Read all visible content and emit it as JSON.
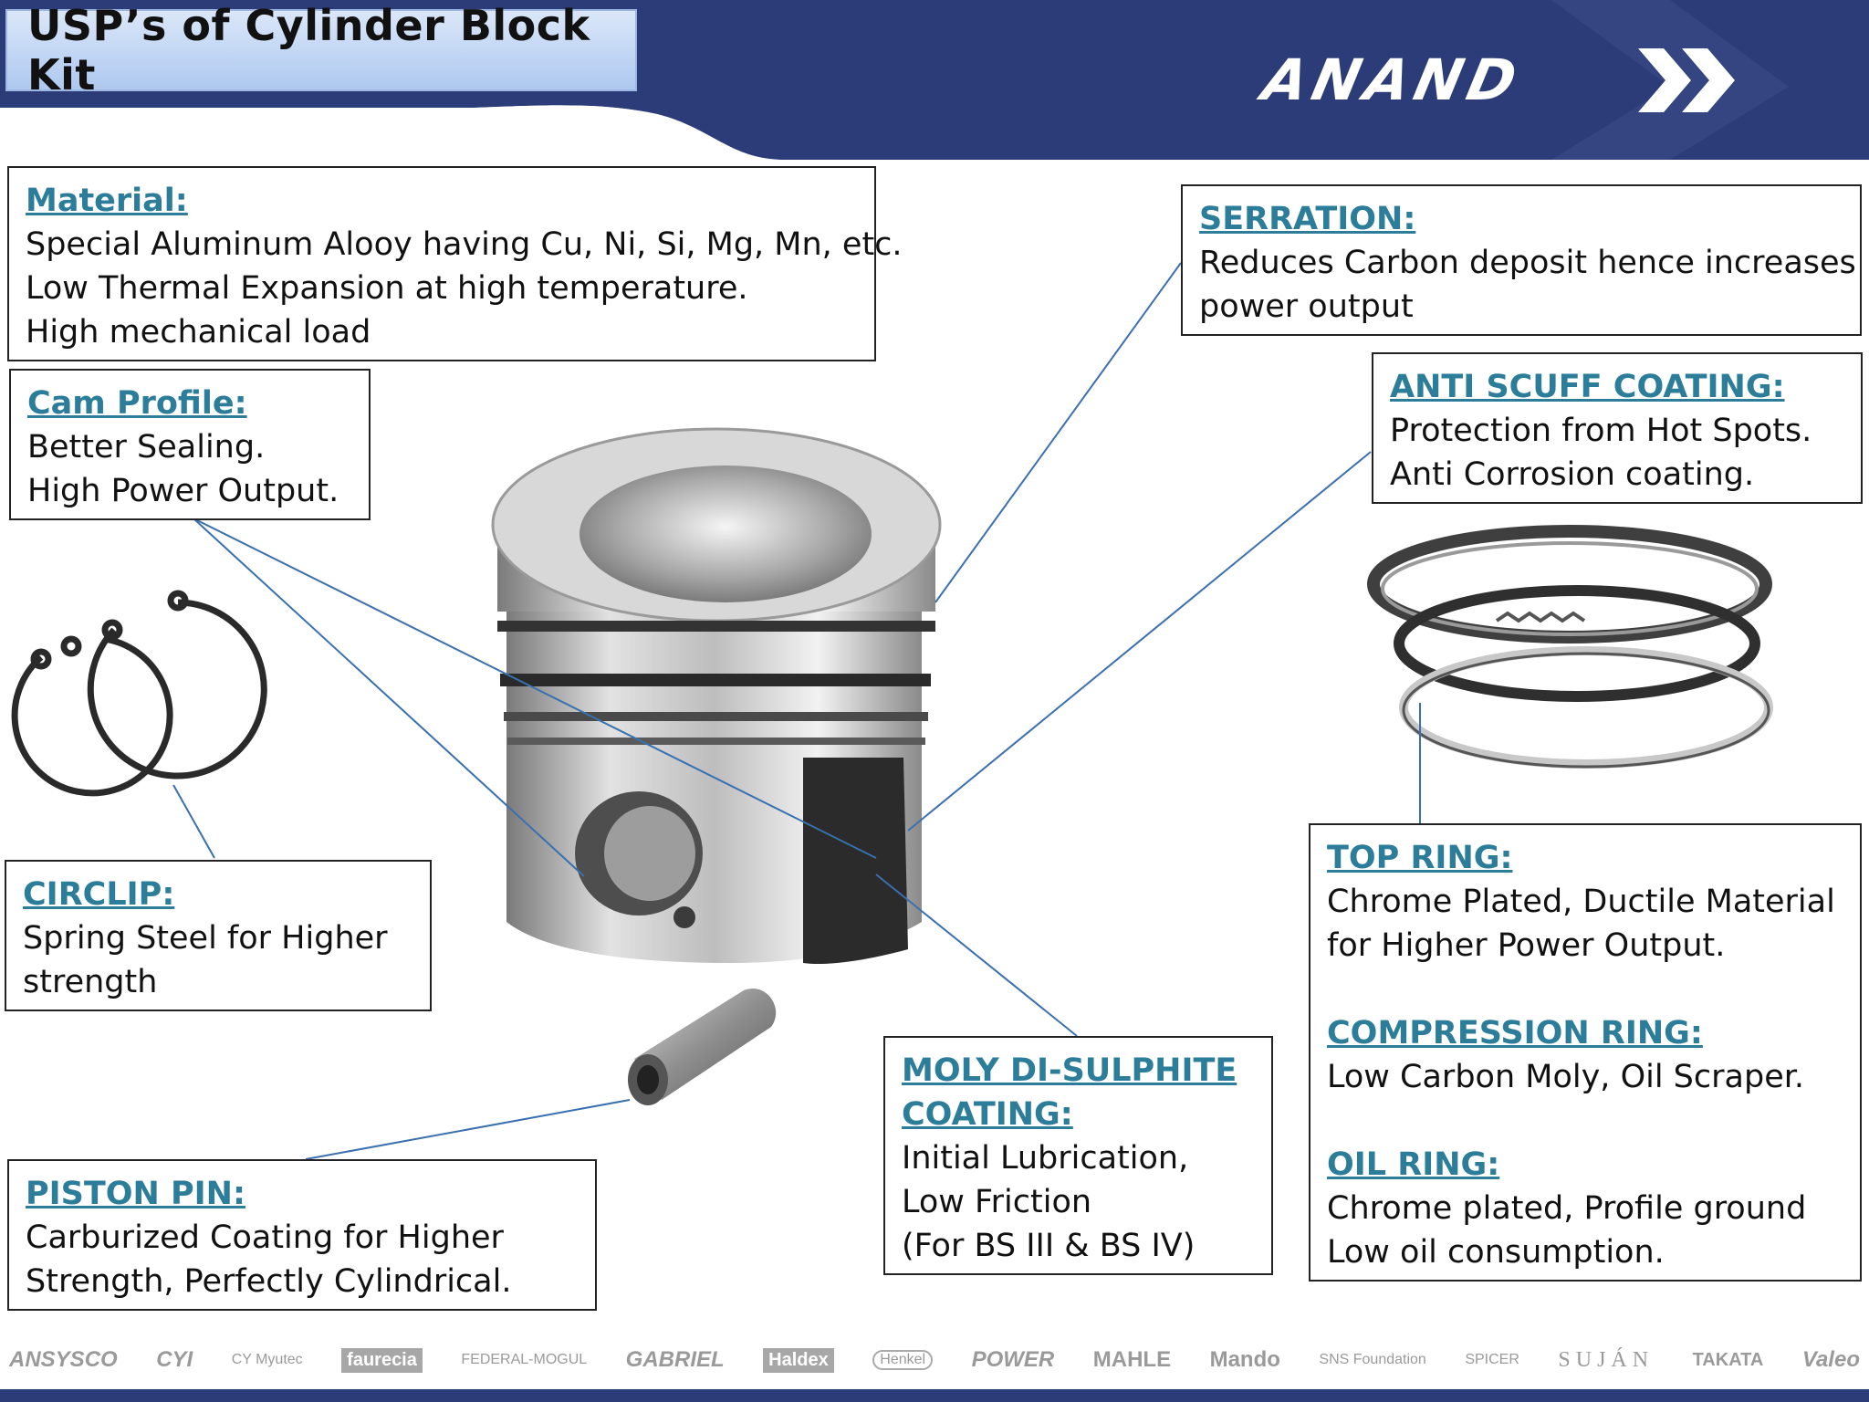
{
  "header": {
    "title": "USP’s of Cylinder Block Kit",
    "logo_text": "ANAND"
  },
  "colors": {
    "header_navy": "#2c3c78",
    "heading_teal": "#2b7d99",
    "leader_line": "#3a6fb0"
  },
  "callouts": {
    "material": {
      "heading": "Material:",
      "lines": [
        "Special Aluminum Alooy having Cu, Ni, Si, Mg, Mn, etc.",
        "Low Thermal Expansion at high temperature.",
        "High mechanical load"
      ]
    },
    "cam_profile": {
      "heading": "Cam Profile:",
      "lines": [
        "Better Sealing.",
        "High Power Output."
      ]
    },
    "serration": {
      "heading": "SERRATION:",
      "lines": [
        "Reduces Carbon deposit hence increases",
        "power output"
      ]
    },
    "anti_scuff": {
      "heading": "ANTI SCUFF COATING:",
      "lines": [
        "Protection from Hot Spots.",
        "Anti Corrosion coating."
      ]
    },
    "circlip": {
      "heading": "CIRCLIP:",
      "lines": [
        "Spring Steel for Higher",
        "strength"
      ]
    },
    "moly": {
      "heading_lines": [
        "MOLY DI-SULPHITE",
        "COATING:"
      ],
      "lines": [
        "Initial Lubrication,",
        "Low Friction",
        "(For BS III & BS IV)"
      ]
    },
    "piston_pin": {
      "heading": "PISTON PIN:",
      "lines": [
        "Carburized Coating for Higher",
        "Strength, Perfectly Cylindrical."
      ]
    },
    "rings": {
      "top_ring": {
        "heading": "TOP RING:",
        "lines": [
          "Chrome Plated, Ductile Material",
          "for Higher Power Output."
        ]
      },
      "compression_ring": {
        "heading": "COMPRESSION RING:",
        "lines": [
          "Low Carbon Moly, Oil Scraper."
        ]
      },
      "oil_ring": {
        "heading": "OIL RING:",
        "lines": [
          "Chrome plated, Profile ground",
          "Low oil consumption."
        ]
      }
    }
  },
  "footer_brands": [
    "ANSYSCO",
    "CYI",
    "CY Myutec",
    "faurecia",
    "FEDERAL-MOGUL",
    "GABRIEL",
    "Haldex",
    "Henkel",
    "POWER",
    "MAHLE",
    "Mando",
    "SNS Foundation",
    "SPICER",
    "SUJÁN",
    "TAKATA",
    "Valeo"
  ]
}
